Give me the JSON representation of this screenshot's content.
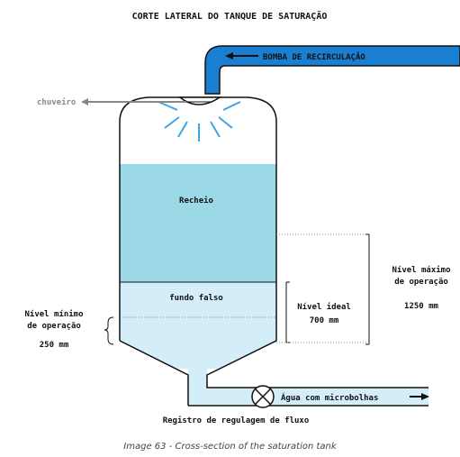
{
  "title": "CORTE LATERAL DO TANQUE DE SATURAÇÃO",
  "labels": {
    "recirculation_pump": "BOMBA DE RECIRCULAÇÃO",
    "shower": "chuveiro",
    "packing": "Recheio",
    "false_bottom": "fundo falso",
    "ideal_level_line1": "Nível ideal",
    "ideal_level_value": "700 mm",
    "max_level_line1": "Nível máximo",
    "max_level_line2": "de operação",
    "max_level_value": "1250 mm",
    "min_level_line1": "Nível mínimo",
    "min_level_line2": "de operação",
    "min_level_value": "250 mm",
    "outlet": "Água com microbolhas",
    "valve": "Registro de regulagem de fluxo"
  },
  "caption": "Image 63 - Cross-section of the saturation tank",
  "colors": {
    "pipe_fill": "#1a7fd1",
    "packing_fill": "#9cd9e6",
    "water_fill": "#d3eef9",
    "spray": "#3aa6e6"
  }
}
